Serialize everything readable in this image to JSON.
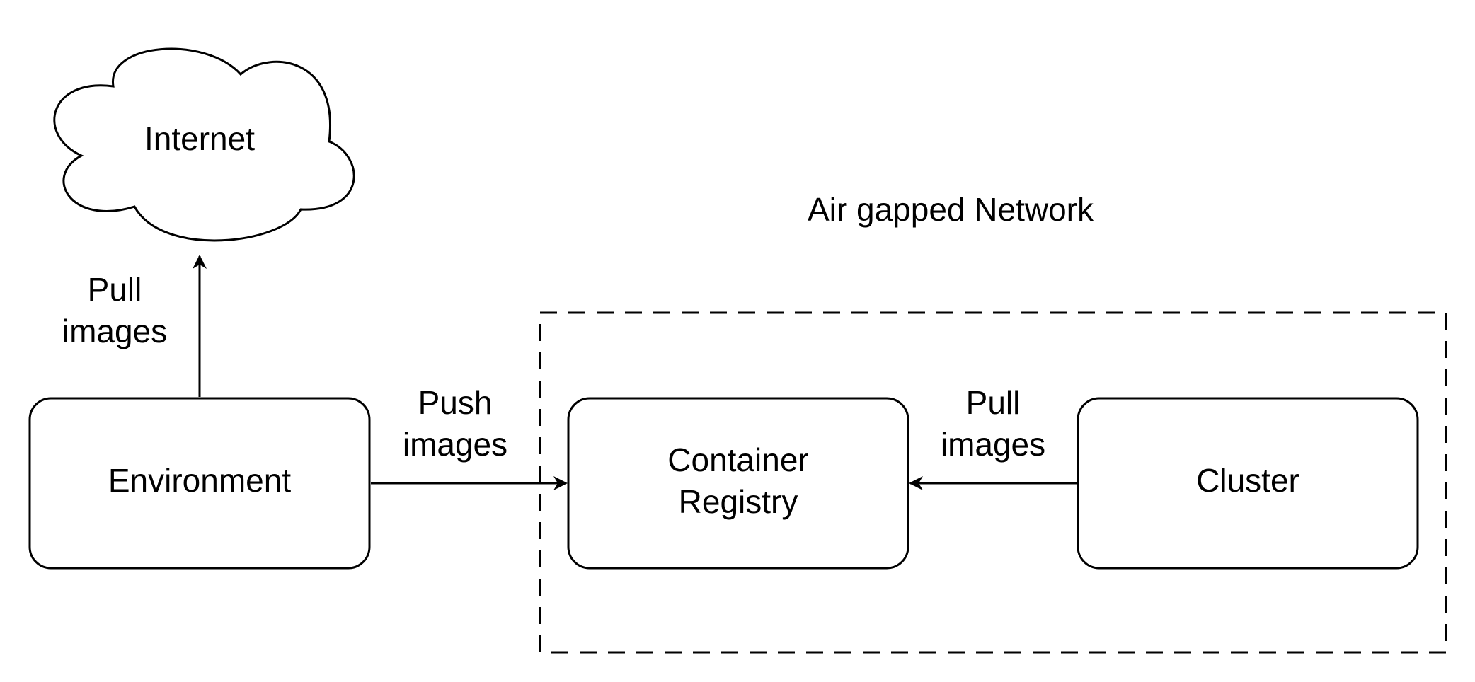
{
  "colors": {
    "stroke": "#000000",
    "fill": "#ffffff",
    "text": "#000000"
  },
  "nodes": {
    "internet": {
      "label": "Internet",
      "shape": "cloud"
    },
    "environment": {
      "label": "Environment",
      "shape": "rounded-rect"
    },
    "registry": {
      "label_line1": "Container",
      "label_line2": "Registry",
      "shape": "rounded-rect"
    },
    "cluster": {
      "label": "Cluster",
      "shape": "rounded-rect"
    }
  },
  "group": {
    "label": "Air gapped Network",
    "border": "dashed"
  },
  "edges": {
    "env_to_internet": {
      "line1": "Pull",
      "line2": "images"
    },
    "env_to_registry": {
      "line1": "Push",
      "line2": "images"
    },
    "cluster_to_registry": {
      "line1": "Pull",
      "line2": "images"
    }
  }
}
